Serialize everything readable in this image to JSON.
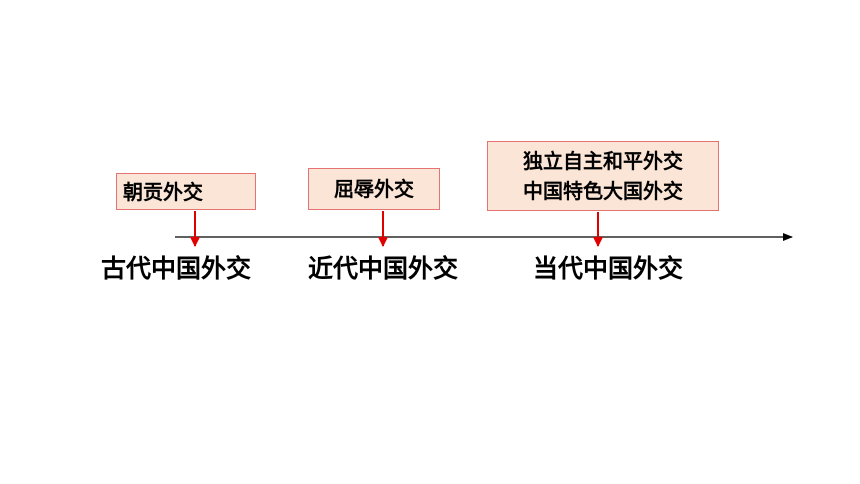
{
  "timeline": {
    "events": [
      {
        "lines": [
          "朝贡外交"
        ]
      },
      {
        "lines": [
          "屈辱外交"
        ]
      },
      {
        "lines": [
          "独立自主和平外交",
          "中国特色大国外交"
        ]
      }
    ],
    "eras": [
      "古代中国外交",
      "近代中国外交",
      "当代中国外交"
    ]
  },
  "colors": {
    "box_fill": "#fbe5d6",
    "box_border": "#e57373",
    "arrow": "#e00000",
    "axis": "#000000"
  }
}
